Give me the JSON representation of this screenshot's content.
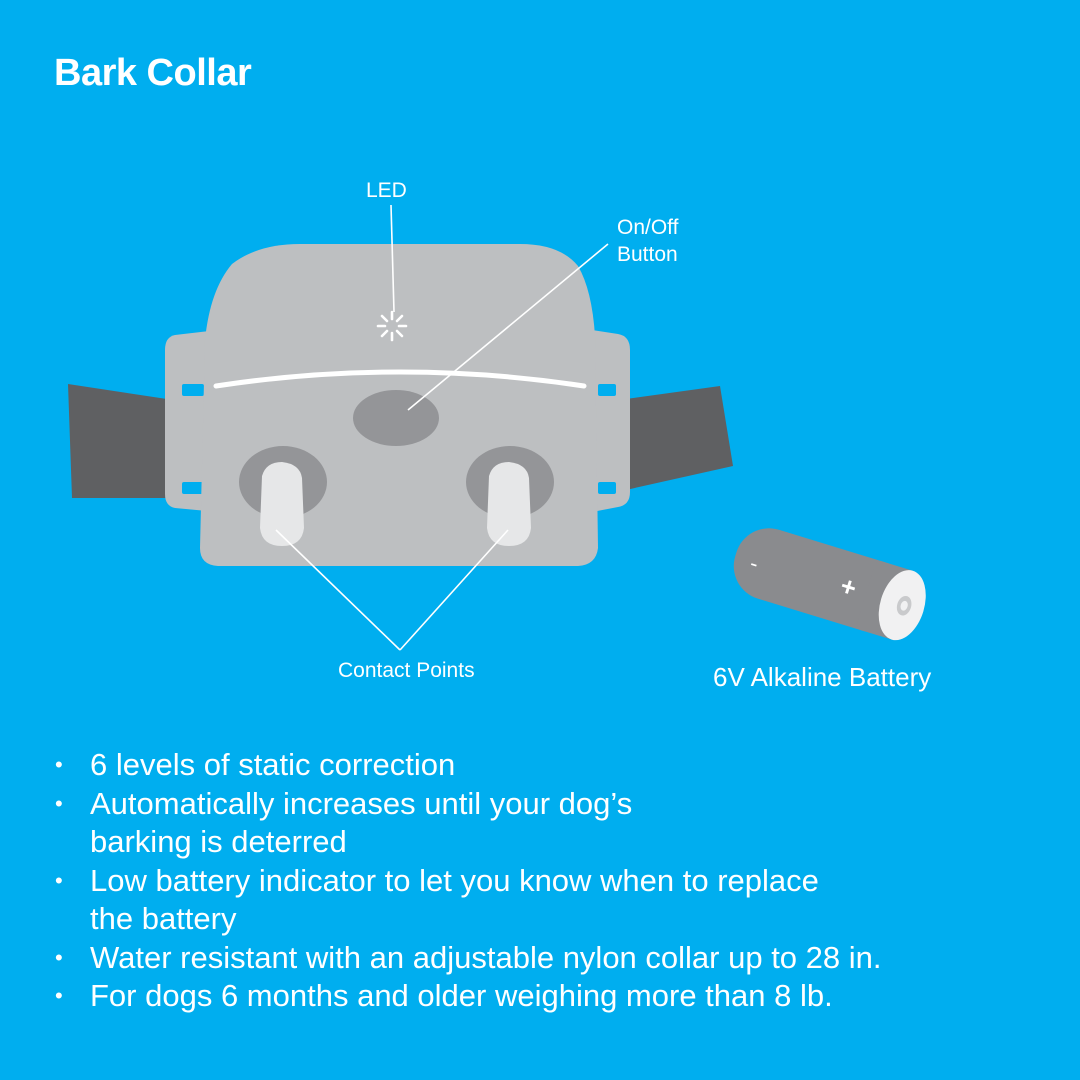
{
  "title": "Bark Collar",
  "callouts": {
    "led": "LED",
    "on_off_line1": "On/Off",
    "on_off_line2": "Button",
    "contact_points": "Contact Points",
    "battery": "6V Alkaline Battery"
  },
  "battery_symbols": {
    "minus": "-",
    "plus": "+"
  },
  "bullet": "•",
  "features": [
    {
      "line1": "6 levels of static correction",
      "line2": ""
    },
    {
      "line1": "Automatically increases until your dog’s",
      "line2": "barking is deterred"
    },
    {
      "line1": "Low battery indicator to let you know when to replace",
      "line2": "the battery"
    },
    {
      "line1": "Water resistant with an adjustable nylon collar up to 28 in.",
      "line2": ""
    },
    {
      "line1": "For dogs 6 months and older weighing more than 8 lb.",
      "line2": ""
    }
  ],
  "colors": {
    "background": "#00aeef",
    "collar_body": "#bdbfc1",
    "strap": "#5f6062",
    "button": "#949598",
    "battery_body": "#8a8b8e",
    "battery_cap": "#f1f1f2"
  }
}
